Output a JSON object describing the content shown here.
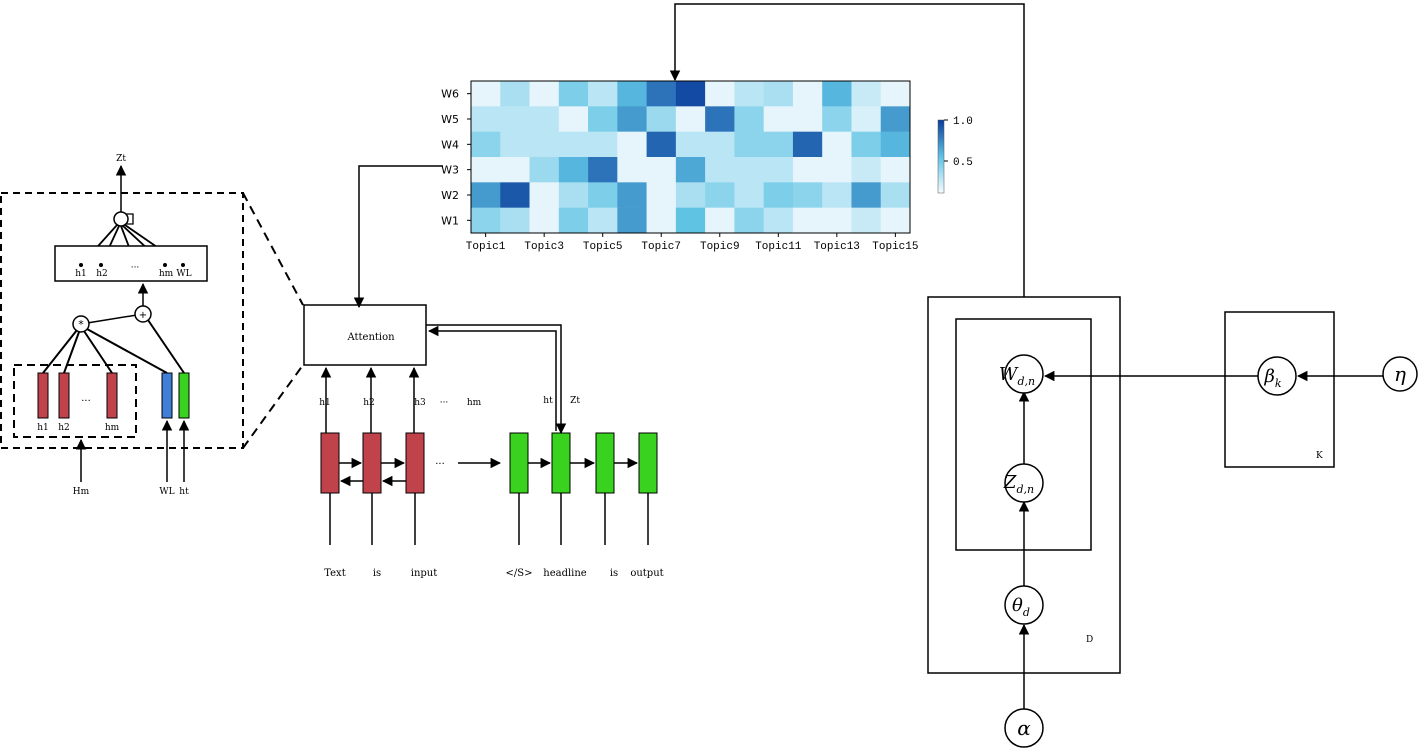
{
  "heatmap": {
    "row_labels": [
      "W6",
      "W5",
      "W4",
      "W3",
      "W2",
      "W1"
    ],
    "col_tick_labels": [
      "Topic1",
      "Topic3",
      "Topic5",
      "Topic7",
      "Topic9",
      "Topic11",
      "Topic13",
      "Topic15"
    ],
    "values": [
      [
        0.05,
        0.25,
        0.05,
        0.4,
        0.2,
        0.55,
        0.8,
        0.95,
        0.05,
        0.2,
        0.25,
        0.05,
        0.55,
        0.15,
        0.05
      ],
      [
        0.2,
        0.2,
        0.2,
        0.05,
        0.4,
        0.65,
        0.3,
        0.05,
        0.8,
        0.35,
        0.05,
        0.05,
        0.35,
        0.1,
        0.65
      ],
      [
        0.35,
        0.2,
        0.2,
        0.2,
        0.2,
        0.05,
        0.85,
        0.2,
        0.2,
        0.35,
        0.35,
        0.85,
        0.05,
        0.4,
        0.55
      ],
      [
        0.05,
        0.05,
        0.3,
        0.55,
        0.8,
        0.05,
        0.05,
        0.6,
        0.2,
        0.2,
        0.2,
        0.05,
        0.05,
        0.15,
        0.05
      ],
      [
        0.65,
        0.9,
        0.05,
        0.25,
        0.4,
        0.65,
        0.05,
        0.25,
        0.35,
        0.2,
        0.4,
        0.35,
        0.2,
        0.65,
        0.25
      ],
      [
        0.35,
        0.25,
        0.05,
        0.4,
        0.2,
        0.65,
        0.05,
        0.5,
        0.05,
        0.35,
        0.2,
        0.05,
        0.05,
        0.15,
        0.05
      ]
    ],
    "colorbar_ticks": [
      "1.0",
      "0.5"
    ],
    "colors": {
      "low": "#f5fbff",
      "mid": "#5fc3e4",
      "high": "#0a3d9c"
    }
  },
  "lstm_detail": {
    "top_output": "Zt",
    "attn_box_labels": [
      "h1",
      "h2",
      "···",
      "hm",
      "WL"
    ],
    "inner_labels": [
      "h1",
      "h2",
      "hm"
    ],
    "ellipsis": "···",
    "inputs": [
      "Hm",
      "WL",
      "ht"
    ],
    "op_multiply": "*",
    "op_add": "+",
    "colors": {
      "red": "#c0434c",
      "blue": "#3f7fd6",
      "green": "#39d21f"
    }
  },
  "seq2seq": {
    "attention_label": "Attention",
    "encoder_hidden_labels": [
      "h1",
      "h2",
      "h3",
      "···",
      "hm"
    ],
    "decoder_labels": [
      "ht",
      "Zt"
    ],
    "mid_ellipsis": "···",
    "encoder_words": [
      "Text",
      "is",
      "input"
    ],
    "decoder_words": [
      "</S>",
      "headline",
      "is",
      "output"
    ]
  },
  "plate": {
    "nodes": {
      "w": "W",
      "w_sub": "d,n",
      "z": "Z",
      "z_sub": "d,n",
      "theta": "θ",
      "theta_sub": "d",
      "alpha": "α",
      "beta": "β",
      "beta_sub": "k",
      "eta": "η"
    },
    "plate_labels": {
      "docs": "D",
      "topics": "K"
    }
  }
}
